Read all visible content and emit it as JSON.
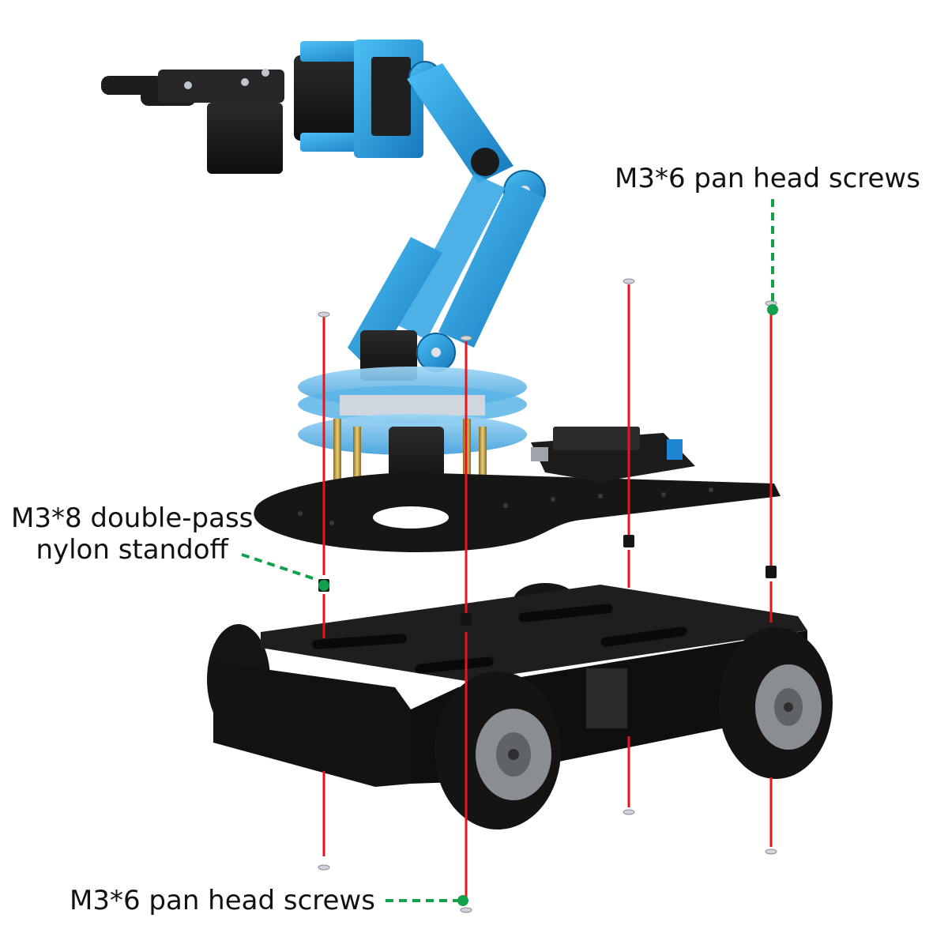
{
  "labels": {
    "top_screws": "M3*6 pan head screws",
    "standoff_line1": "M3*8 double-pass",
    "standoff_line2": "nylon standoff",
    "bottom_screws": "M3*6 pan head screws"
  },
  "colors": {
    "arm_blue": "#2aa3e3",
    "arm_blue_dark": "#1a78b8",
    "black_part": "#1b1b1b",
    "assembly_line": "#e8151b",
    "leader_line": "#12a04a",
    "standoff_brass": "#c9a24a",
    "wheel_hub": "#8a8d92",
    "silver": "#cfd4da"
  }
}
